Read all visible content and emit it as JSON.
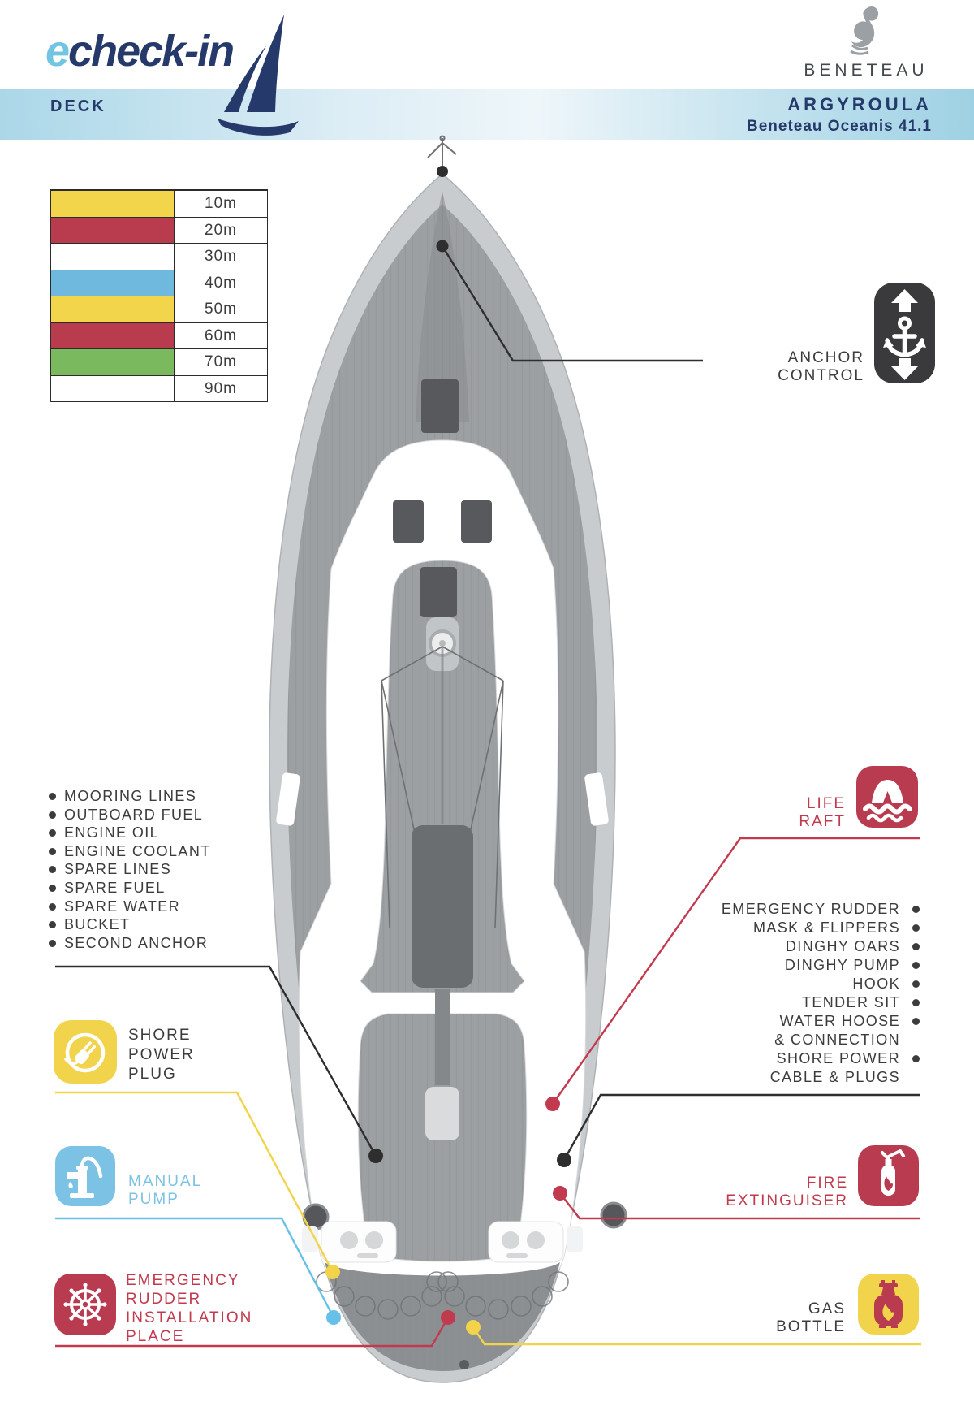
{
  "header": {
    "logo_e": "e",
    "logo_rest": "check-in",
    "page_label": "DECK",
    "brand": "BENETEAU",
    "boat_name": "ARGYROULA",
    "boat_model": "Beneteau Oceanis 41.1"
  },
  "legend": {
    "rows": [
      {
        "color": "#f3d54b",
        "label": "10m"
      },
      {
        "color": "#b93b4e",
        "label": "20m"
      },
      {
        "color": "#ffffff",
        "label": "30m"
      },
      {
        "color": "#6fb9df",
        "label": "40m"
      },
      {
        "color": "#f3d54b",
        "label": "50m"
      },
      {
        "color": "#b93b4e",
        "label": "60m"
      },
      {
        "color": "#7ab95e",
        "label": "70m"
      },
      {
        "color": "#ffffff",
        "label": "90m"
      }
    ]
  },
  "left_list": [
    "MOORING LINES",
    "OUTBOARD FUEL",
    "ENGINE OIL",
    "ENGINE COOLANT",
    "SPARE LINES",
    "SPARE FUEL",
    "SPARE WATER",
    "BUCKET",
    "SECOND ANCHOR"
  ],
  "right_list": [
    "EMERGENCY RUDDER",
    "MASK & FLIPPERS",
    "DINGHY OARS",
    "DINGHY PUMP",
    "HOOK",
    "TENDER SIT",
    "WATER HOOSE\n& CONNECTION",
    "SHORE POWER\nCABLE & PLUGS"
  ],
  "labels": {
    "anchor_control": "ANCHOR\nCONTROL",
    "life_raft": "LIFE\nRAFT",
    "fire_extinguisher": "FIRE\nEXTINGUISER",
    "gas_bottle": "GAS\nBOTTLE",
    "shore_power_plug": "SHORE\nPOWER\nPLUG",
    "manual_pump": "MANUAL\nPUMP",
    "emergency_rudder_place": "EMERGENCY\nRUDDER\nINSTALLATION\nPLACE"
  },
  "colors": {
    "navy": "#253a6b",
    "light_blue": "#72c5e2",
    "red": "#b93b50",
    "yellow": "#f2d44c",
    "pump_blue": "#7cc2e4",
    "green": "#7ab95e",
    "dark_text": "#3b3c3e"
  }
}
